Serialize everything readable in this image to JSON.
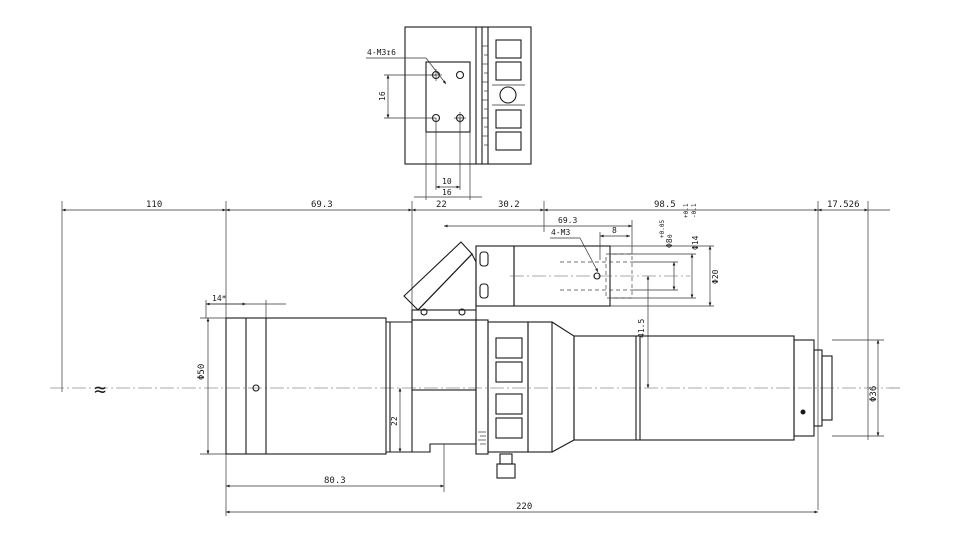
{
  "drawing": {
    "top_view": {
      "thread_callout": "4-M3↧6",
      "dim_height": "16",
      "dim_inner_width": "10",
      "dim_outer_width": "16"
    },
    "top_dims": {
      "d110": "110",
      "d69_3": "69.3",
      "d22": "22",
      "d30_2": "30.2",
      "d98_5": "98.5",
      "d17_526": "17.526"
    },
    "coupler": {
      "d69_3": "69.3",
      "thread": "4-M3",
      "d8": "8",
      "phi8": "Φ8",
      "phi8_tol_upper": "+0.05",
      "phi8_tol_lower": "0",
      "phi14": "Φ14",
      "phi14_tol_upper": "+0.1",
      "phi14_tol_lower": "-0.1",
      "phi20": "Φ20",
      "d41_5": "41.5"
    },
    "body": {
      "d14": "14*",
      "phi50": "Φ50",
      "d22_height": "22",
      "phi36": "Φ36"
    },
    "bottom_dims": {
      "d80_3": "80.3",
      "d220": "220"
    },
    "break_symbol": "≈"
  }
}
